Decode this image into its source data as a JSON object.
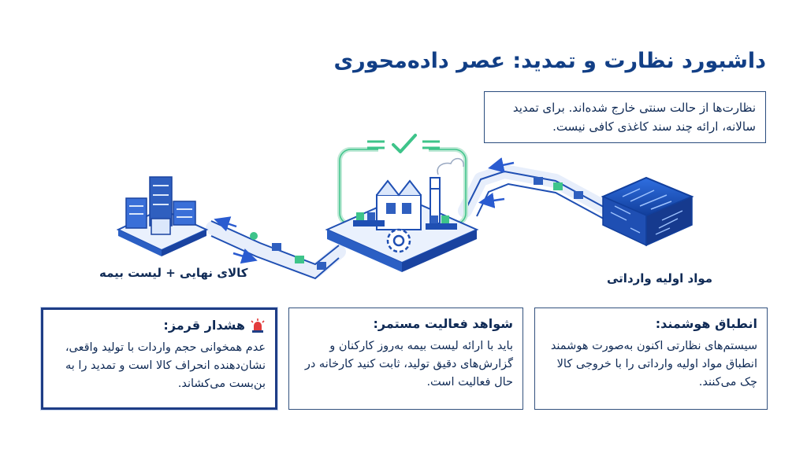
{
  "header": {
    "title": "داشبورد نظارت و تمدید: عصر داده‌محوری"
  },
  "intro": {
    "text": "نظارت‌ها از حالت سنتی خارج شده‌اند. برای تمدید سالانه، ارائه چند سند کاغذی کافی نیست."
  },
  "diagram": {
    "left_label": "کالای نهایی + لیست بیمه",
    "right_label": "مواد اولیه وارداتی",
    "icons": [
      "server-stack-icon",
      "factory-icon",
      "gear-icon",
      "check-badge-icon",
      "microchip-icon"
    ],
    "colors": {
      "primary": "#1f4fb3",
      "light": "#dbe7fb",
      "accent_green": "#3ec48a",
      "glow": "#bfe9d6"
    }
  },
  "cards": [
    {
      "title": "انطباق هوشمند:",
      "body": "سیستم‌های نظارتی اکنون به‌صورت هوشمند انطباق مواد اولیه وارداتی را با خروجی کالا چک می‌کنند."
    },
    {
      "title": "شواهد فعالیت مستمر:",
      "body": "باید با ارائه لیست بیمه به‌روز کارکنان و گزارش‌های دقیق تولید، ثابت کنید کارخانه در حال فعالیت است."
    },
    {
      "title": "هشدار قرمز:",
      "body": "عدم همخوانی حجم واردات با تولید واقعی، نشان‌دهنده انحراف کالا است و تمدید را به بن‌بست می‌کشاند.",
      "icon": "siren-icon"
    }
  ]
}
